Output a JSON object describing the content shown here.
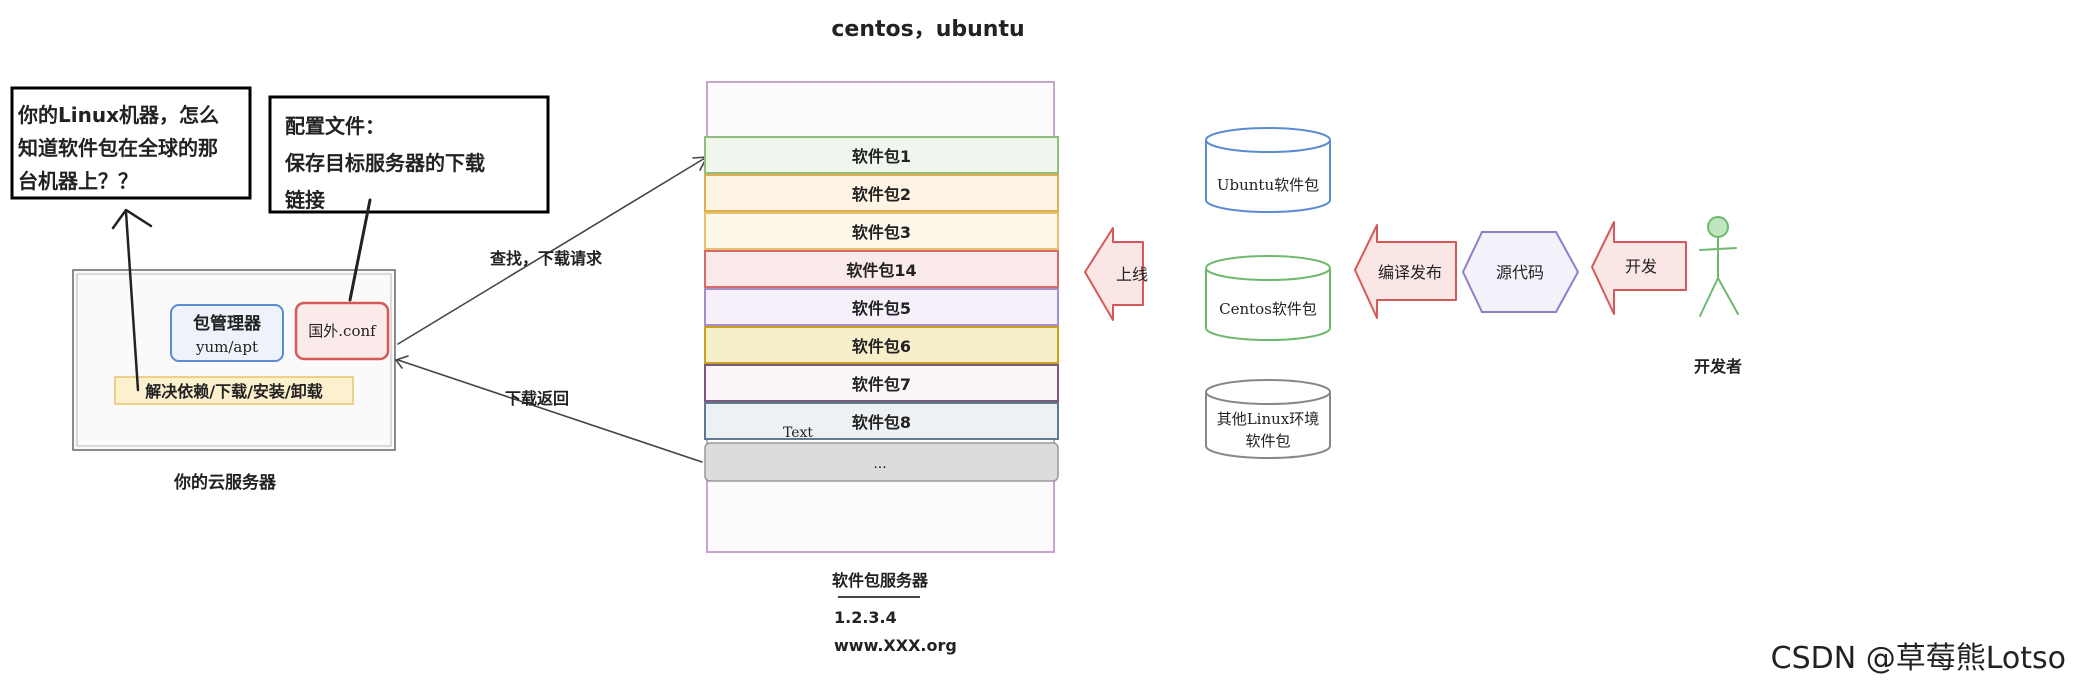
{
  "top_title": "centos，ubuntu",
  "question_note": {
    "lines": [
      "你的Linux机器，怎么",
      "知道软件包在全球的那",
      "台机器上？？"
    ]
  },
  "config_note": {
    "lines": [
      "配置文件：",
      "保存目标服务器的下载",
      "链接"
    ]
  },
  "cloud_server": {
    "package_manager": "包管理器",
    "package_manager_sub": "yum/apt",
    "conf_file": "国外.conf",
    "bar_text": "解决依赖/下载/安装/卸载",
    "caption": "你的云服务器"
  },
  "arrows": {
    "request": "查找，下载请求",
    "return": "下载返回",
    "upload": "上线",
    "publish": "编译发布",
    "develop": "开发"
  },
  "package_server": {
    "packages": [
      {
        "label": "软件包1",
        "color": "#8fbf7f",
        "fill": "#f0f6ee"
      },
      {
        "label": "软件包2",
        "color": "#e0b050",
        "fill": "#fdf4e4"
      },
      {
        "label": "软件包3",
        "color": "#e8c070",
        "fill": "#fdf7ea"
      },
      {
        "label": "软件包14",
        "color": "#d86a6a",
        "fill": "#fbeaea"
      },
      {
        "label": "软件包5",
        "color": "#a58fc8",
        "fill": "#f5f0fa"
      },
      {
        "label": "软件包6",
        "color": "#c9a020",
        "fill": "#f7efc9"
      },
      {
        "label": "软件包7",
        "color": "#7a5a7a",
        "fill": "#faf6fa"
      },
      {
        "label": "软件包8",
        "color": "#607890",
        "fill": "#eef1f4"
      }
    ],
    "stray_text": "Text",
    "ellipsis": "...",
    "caption": "软件包服务器",
    "ip": "1.2.3.4",
    "domain": "www.XXX.org",
    "border_color": "#c6a6cf"
  },
  "repos": {
    "ubuntu": "Ubuntu软件包",
    "centos": "Centos软件包",
    "other_line1": "其他Linux环境",
    "other_line2": "软件包"
  },
  "source_code": "源代码",
  "developer": "开发者",
  "watermark": "CSDN @草莓熊Lotso",
  "colors": {
    "arrow_red": "#d45a5a",
    "arrow_fill": "#fbe6e6",
    "blue": "#5b8bd0",
    "green": "#6fb86f",
    "gray": "#888888",
    "purple": "#8b7fc8",
    "note_border": "#000000",
    "bar_fill": "#fdf0cf",
    "bar_border": "#e8c46a"
  }
}
